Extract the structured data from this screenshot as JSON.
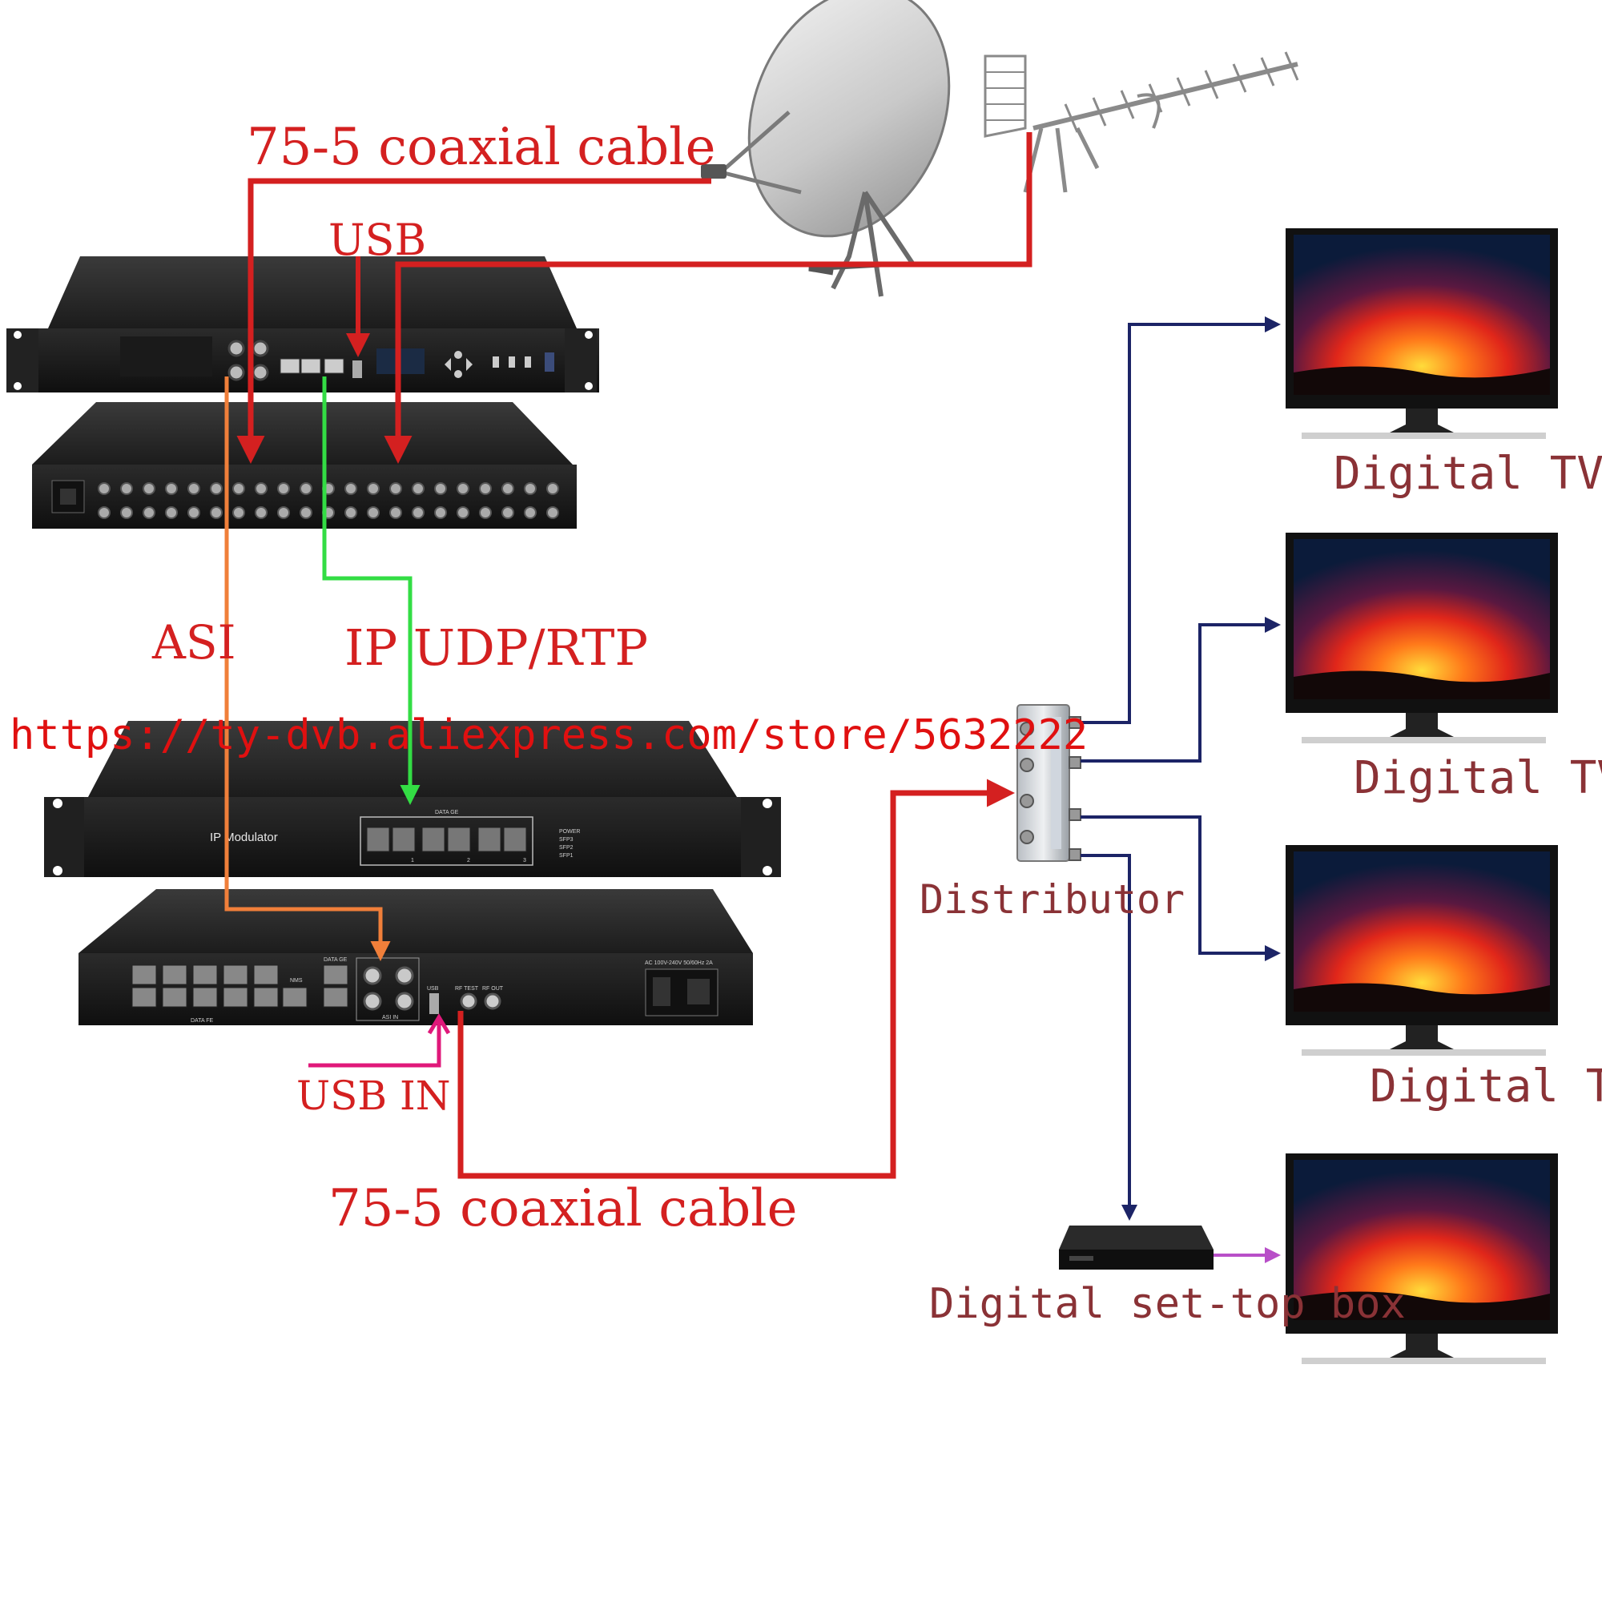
{
  "labels": {
    "coax_top": "75-5 coaxial cable",
    "usb_top": "USB",
    "asi": "ASI",
    "ip_udp_rtp": "IP UDP/RTP",
    "url": "https://ty-dvb.aliexpress.com/store/5632222",
    "usb_in": "USB IN",
    "coax_bottom": "75-5 coaxial cable",
    "distributor": "Distributor",
    "tv1": "Digital TV",
    "tv2": "Digital TV",
    "tv3": "Digital TV",
    "stb": "Digital set-top box"
  },
  "device": {
    "ip_modulator_label": "IP Modulator",
    "data_ge": "DATA GE",
    "data_ge_rear": "DATA GE",
    "data_fe": "DATA FE",
    "nms": "NMS",
    "asi_in": "ASI IN",
    "usb": "USB",
    "rf_test": "RF TEST",
    "rf_out": "RF OUT",
    "power_spec": "AC 100V-240V 50/60Hz 2A",
    "power": "POWER",
    "sfp3": "SFP3",
    "sfp2": "SFP2",
    "sfp1": "SFP1",
    "port1": "1",
    "port2": "2",
    "port3": "3"
  },
  "colors": {
    "coax_cable": "#d42020",
    "asi_cable": "#f07f3a",
    "ip_cable": "#33dd44",
    "usb_in_cable": "#e0187a",
    "tv_feed": "#1c2466",
    "stb_to_tv": "#b84fc8",
    "label_red": "#d42020",
    "label_dark": "#8a3236"
  },
  "icons": [
    "satellite-dish-icon",
    "yagi-antenna-icon",
    "receiver-unit-icon",
    "ip-modulator-icon",
    "distributor-icon",
    "tv-icon",
    "set-top-box-icon"
  ]
}
